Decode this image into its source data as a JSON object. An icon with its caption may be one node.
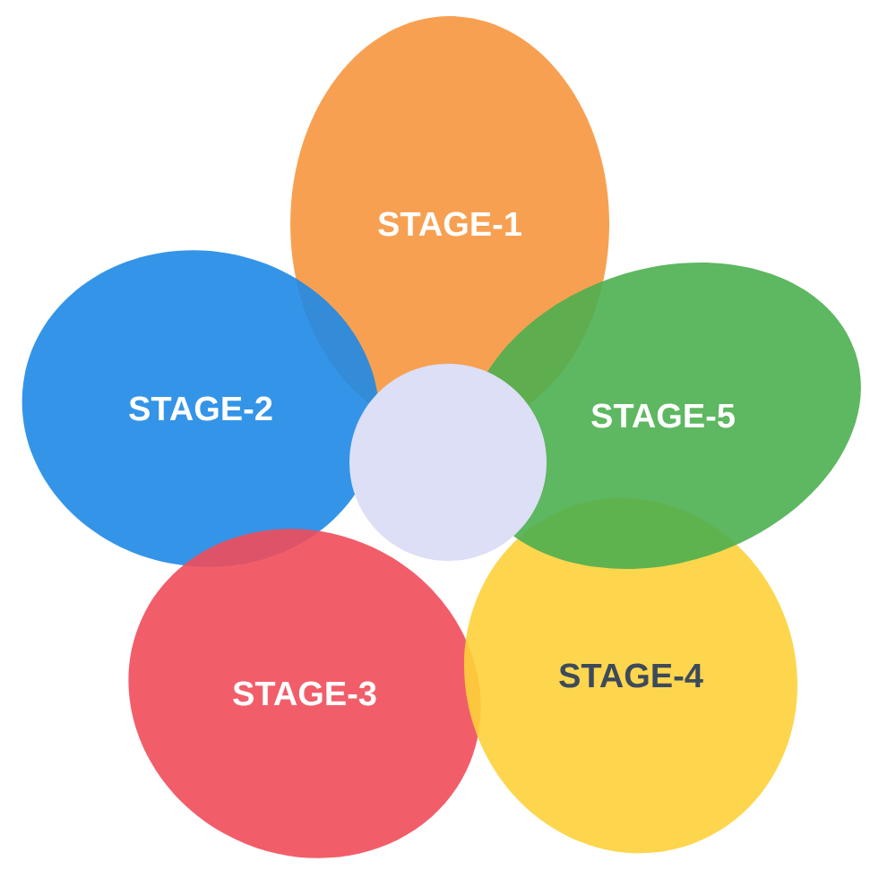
{
  "diagram": {
    "nodes": [
      {
        "text": [
          "STAGE-1"
        ]
      },
      {
        "text": [
          "STAGE-2"
        ]
      },
      {
        "text": [
          "STAGE-5"
        ]
      },
      {
        "text": [
          "STAGE-3"
        ]
      },
      {
        "text": [
          "STAGE-4"
        ]
      },
      {
        "text": [],
        "shape": "circle"
      }
    ]
  }
}
